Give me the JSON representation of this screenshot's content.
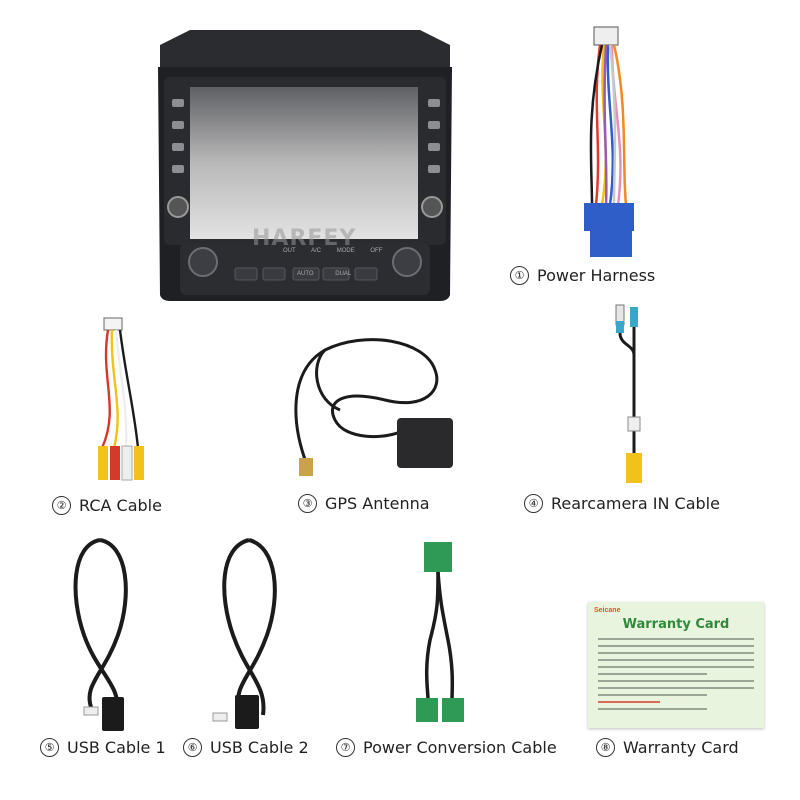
{
  "brand_overlay": "HARFEY",
  "items": [
    {
      "num": "①",
      "label": "Power Harness"
    },
    {
      "num": "②",
      "label": "RCA Cable"
    },
    {
      "num": "③",
      "label": "GPS Antenna"
    },
    {
      "num": "④",
      "label": "Rearcamera IN Cable"
    },
    {
      "num": "⑤",
      "label": "USB Cable 1"
    },
    {
      "num": "⑥",
      "label": "USB Cable 2"
    },
    {
      "num": "⑦",
      "label": "Power Conversion Cable"
    },
    {
      "num": "⑧",
      "label": "Warranty Card"
    }
  ],
  "stereo": {
    "knob_labels": [
      "OUT",
      "A/C",
      "MODE",
      "OFF"
    ],
    "button_labels": [
      "AUTO",
      "DUAL"
    ]
  },
  "warranty_card": {
    "brand": "Seicane",
    "title": "Warranty Card"
  },
  "colors": {
    "cable_black": "#1b1b1b",
    "connector_blue": "#2f5ec9",
    "connector_green": "#2f9a55",
    "rca_yellow": "#f2c21a",
    "rca_red": "#d23a2a",
    "card_green": "#2f8a3b"
  }
}
